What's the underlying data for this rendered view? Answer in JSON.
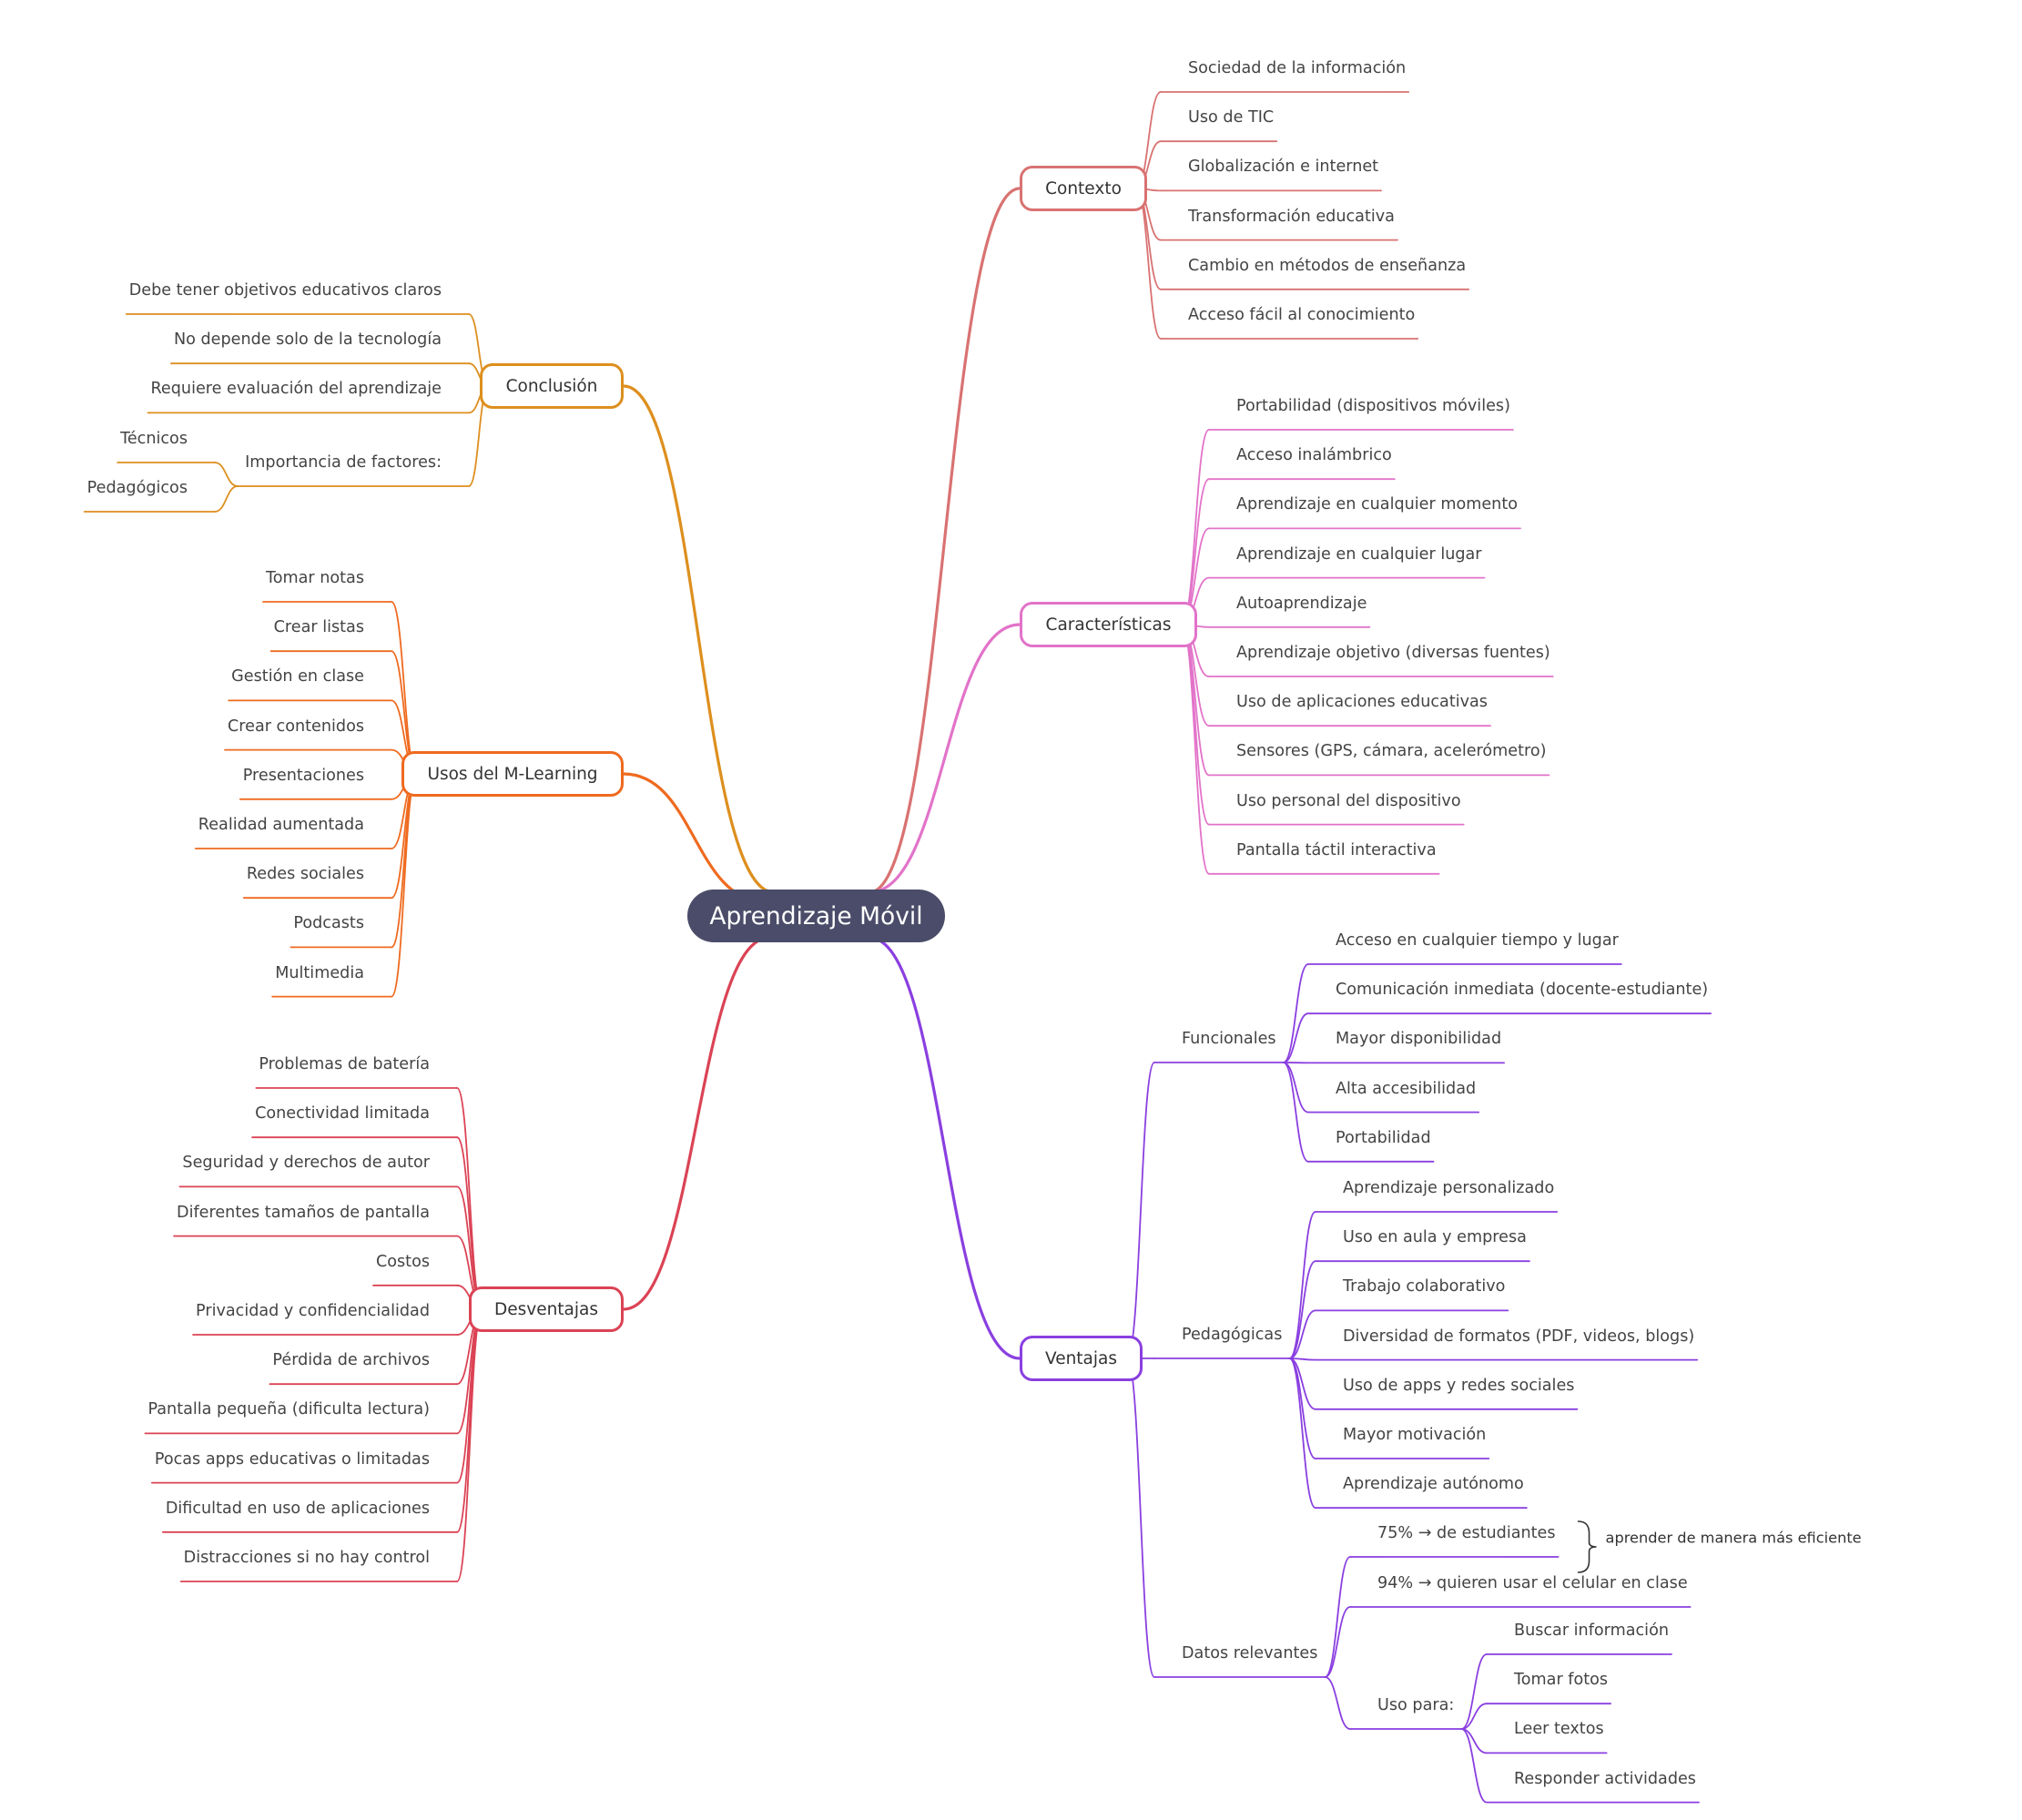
{
  "title": "Aprendizaje Móvil",
  "colors": {
    "root": "#4a4c69",
    "contexto": "#d97272",
    "caracteristicas": "#e273c9",
    "ventajas": "#8a3fe0",
    "conclusion": "#dd8f1e",
    "usos": "#ef6a1f",
    "desventajas": "#db4355"
  },
  "branches": {
    "contexto": {
      "label": "Contexto",
      "items": [
        "Sociedad de la información",
        "Uso de TIC",
        "Globalización e internet",
        "Transformación educativa",
        "Cambio en métodos de enseñanza",
        "Acceso fácil al conocimiento"
      ]
    },
    "caracteristicas": {
      "label": "Características",
      "items": [
        "Portabilidad (dispositivos móviles)",
        "Acceso inalámbrico",
        "Aprendizaje en cualquier momento",
        "Aprendizaje en cualquier lugar",
        "Autoaprendizaje",
        "Aprendizaje objetivo (diversas fuentes)",
        "Uso de aplicaciones educativas",
        "Sensores (GPS, cámara, acelerómetro)",
        "Uso personal del dispositivo",
        "Pantalla táctil interactiva"
      ]
    },
    "ventajas": {
      "label": "Ventajas",
      "funcionales": {
        "label": "Funcionales",
        "items": [
          "Acceso en cualquier tiempo y lugar",
          "Comunicación inmediata (docente-estudiante)",
          "Mayor disponibilidad",
          "Alta accesibilidad",
          "Portabilidad"
        ]
      },
      "pedagogicas": {
        "label": "Pedagógicas",
        "items": [
          "Aprendizaje personalizado",
          "Uso en aula y empresa",
          "Trabajo colaborativo",
          "Diversidad de formatos (PDF, videos, blogs)",
          "Uso de apps y redes sociales",
          "Mayor motivación",
          "Aprendizaje autónomo"
        ]
      },
      "datos": {
        "label": "Datos relevantes",
        "stat_75": "75% → de estudiantes",
        "stat_75_note": "aprender de manera más eficiente",
        "stat_94": "94% → quieren usar el celular en clase",
        "uso_para": {
          "label": "Uso para:",
          "items": [
            "Buscar información",
            "Tomar fotos",
            "Leer textos",
            "Responder actividades"
          ]
        }
      }
    },
    "conclusion": {
      "label": "Conclusión",
      "items": [
        "Debe tener objetivos educativos claros",
        "No depende solo de la tecnología",
        "Requiere evaluación del aprendizaje"
      ],
      "factores": {
        "label": "Importancia de factores:",
        "items": [
          "Técnicos",
          "Pedagógicos"
        ]
      }
    },
    "usos": {
      "label": "Usos del M-Learning",
      "items": [
        "Tomar notas",
        "Crear listas",
        "Gestión en clase",
        "Crear contenidos",
        "Presentaciones",
        "Realidad aumentada",
        "Redes sociales",
        "Podcasts",
        "Multimedia"
      ]
    },
    "desventajas": {
      "label": "Desventajas",
      "items": [
        "Problemas de batería",
        "Conectividad limitada",
        "Seguridad y derechos de autor",
        "Diferentes tamaños de pantalla",
        "Costos",
        "Privacidad y confidencialidad",
        "Pérdida de archivos",
        "Pantalla pequeña (dificulta lectura)",
        "Pocas apps educativas o limitadas",
        "Dificultad en uso de aplicaciones",
        "Distracciones si no hay control"
      ]
    }
  }
}
